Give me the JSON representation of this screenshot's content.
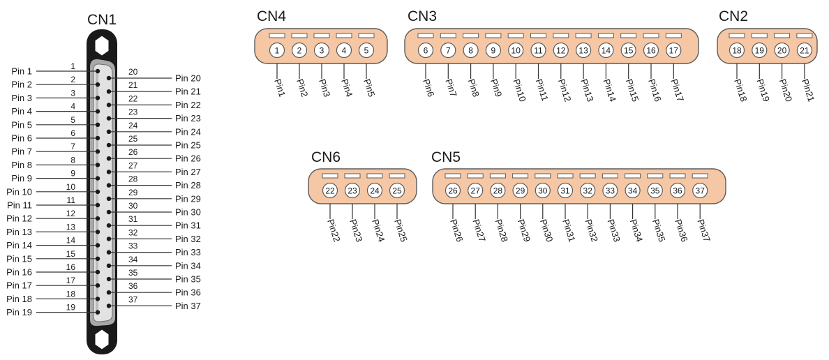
{
  "colors": {
    "connector_fill": "#f5c7a4",
    "connector_stroke": "#5b5b5b",
    "shell_dark": "#1a1a1a",
    "shell_grey": "#a9a9a9",
    "shell_light": "#e2e2e2",
    "pin_circle_fill": "#ffffff",
    "line": "#333333",
    "text": "#1a1a1a"
  },
  "icons": {
    "mounting_screw": "hexagon-nut-icon",
    "pin_contact": "dot-icon",
    "pin_slot": "rectangle-slot-icon",
    "pin_socket": "circle-socket-icon"
  },
  "cn1": {
    "title": "CN1",
    "left_pins": [
      {
        "num": "1",
        "label": "Pin 1"
      },
      {
        "num": "2",
        "label": "Pin 2"
      },
      {
        "num": "3",
        "label": "Pin 3"
      },
      {
        "num": "4",
        "label": "Pin 4"
      },
      {
        "num": "5",
        "label": "Pin 5"
      },
      {
        "num": "6",
        "label": "Pin 6"
      },
      {
        "num": "7",
        "label": "Pin 7"
      },
      {
        "num": "8",
        "label": "Pin 8"
      },
      {
        "num": "9",
        "label": "Pin 9"
      },
      {
        "num": "10",
        "label": "Pin 10"
      },
      {
        "num": "11",
        "label": "Pin 11"
      },
      {
        "num": "12",
        "label": "Pin 12"
      },
      {
        "num": "13",
        "label": "Pin 13"
      },
      {
        "num": "14",
        "label": "Pin 14"
      },
      {
        "num": "15",
        "label": "Pin 15"
      },
      {
        "num": "16",
        "label": "Pin 16"
      },
      {
        "num": "17",
        "label": "Pin 17"
      },
      {
        "num": "18",
        "label": "Pin 18"
      },
      {
        "num": "19",
        "label": "Pin 19"
      }
    ],
    "right_pins": [
      {
        "num": "20",
        "label": "Pin 20"
      },
      {
        "num": "21",
        "label": "Pin 21"
      },
      {
        "num": "22",
        "label": "Pin 22"
      },
      {
        "num": "23",
        "label": "Pin 23"
      },
      {
        "num": "24",
        "label": "Pin 24"
      },
      {
        "num": "25",
        "label": "Pin 25"
      },
      {
        "num": "26",
        "label": "Pin 26"
      },
      {
        "num": "27",
        "label": "Pin 27"
      },
      {
        "num": "28",
        "label": "Pin 28"
      },
      {
        "num": "29",
        "label": "Pin 29"
      },
      {
        "num": "30",
        "label": "Pin 30"
      },
      {
        "num": "31",
        "label": "Pin 31"
      },
      {
        "num": "32",
        "label": "Pin 32"
      },
      {
        "num": "33",
        "label": "Pin 33"
      },
      {
        "num": "34",
        "label": "Pin 34"
      },
      {
        "num": "35",
        "label": "Pin 35"
      },
      {
        "num": "36",
        "label": "Pin 36"
      },
      {
        "num": "37",
        "label": "Pin 37"
      }
    ]
  },
  "connectors": [
    {
      "id": "cn4",
      "title": "CN4",
      "pins": [
        {
          "num": "1",
          "label": "Pin1"
        },
        {
          "num": "2",
          "label": "Pin2"
        },
        {
          "num": "3",
          "label": "Pin3"
        },
        {
          "num": "4",
          "label": "Pin4"
        },
        {
          "num": "5",
          "label": "Pin5"
        }
      ]
    },
    {
      "id": "cn3",
      "title": "CN3",
      "pins": [
        {
          "num": "6",
          "label": "Pin6"
        },
        {
          "num": "7",
          "label": "Pin7"
        },
        {
          "num": "8",
          "label": "Pin8"
        },
        {
          "num": "9",
          "label": "Pin9"
        },
        {
          "num": "10",
          "label": "Pin10"
        },
        {
          "num": "11",
          "label": "Pin11"
        },
        {
          "num": "12",
          "label": "Pin12"
        },
        {
          "num": "13",
          "label": "Pin13"
        },
        {
          "num": "14",
          "label": "Pin14"
        },
        {
          "num": "15",
          "label": "Pin15"
        },
        {
          "num": "16",
          "label": "Pin16"
        },
        {
          "num": "17",
          "label": "Pin17"
        }
      ]
    },
    {
      "id": "cn2",
      "title": "CN2",
      "pins": [
        {
          "num": "18",
          "label": "Pin18"
        },
        {
          "num": "19",
          "label": "Pin19"
        },
        {
          "num": "20",
          "label": "Pin20"
        },
        {
          "num": "21",
          "label": "Pin21"
        }
      ]
    },
    {
      "id": "cn6",
      "title": "CN6",
      "pins": [
        {
          "num": "22",
          "label": "Pin22"
        },
        {
          "num": "23",
          "label": "Pin23"
        },
        {
          "num": "24",
          "label": "Pin24"
        },
        {
          "num": "25",
          "label": "Pin25"
        }
      ]
    },
    {
      "id": "cn5",
      "title": "CN5",
      "pins": [
        {
          "num": "26",
          "label": "Pin26"
        },
        {
          "num": "27",
          "label": "Pin27"
        },
        {
          "num": "28",
          "label": "Pin28"
        },
        {
          "num": "29",
          "label": "Pin29"
        },
        {
          "num": "30",
          "label": "Pin30"
        },
        {
          "num": "31",
          "label": "Pin31"
        },
        {
          "num": "32",
          "label": "Pin32"
        },
        {
          "num": "33",
          "label": "Pin33"
        },
        {
          "num": "34",
          "label": "Pin34"
        },
        {
          "num": "35",
          "label": "Pin35"
        },
        {
          "num": "36",
          "label": "Pin36"
        },
        {
          "num": "37",
          "label": "Pin37"
        }
      ]
    }
  ]
}
